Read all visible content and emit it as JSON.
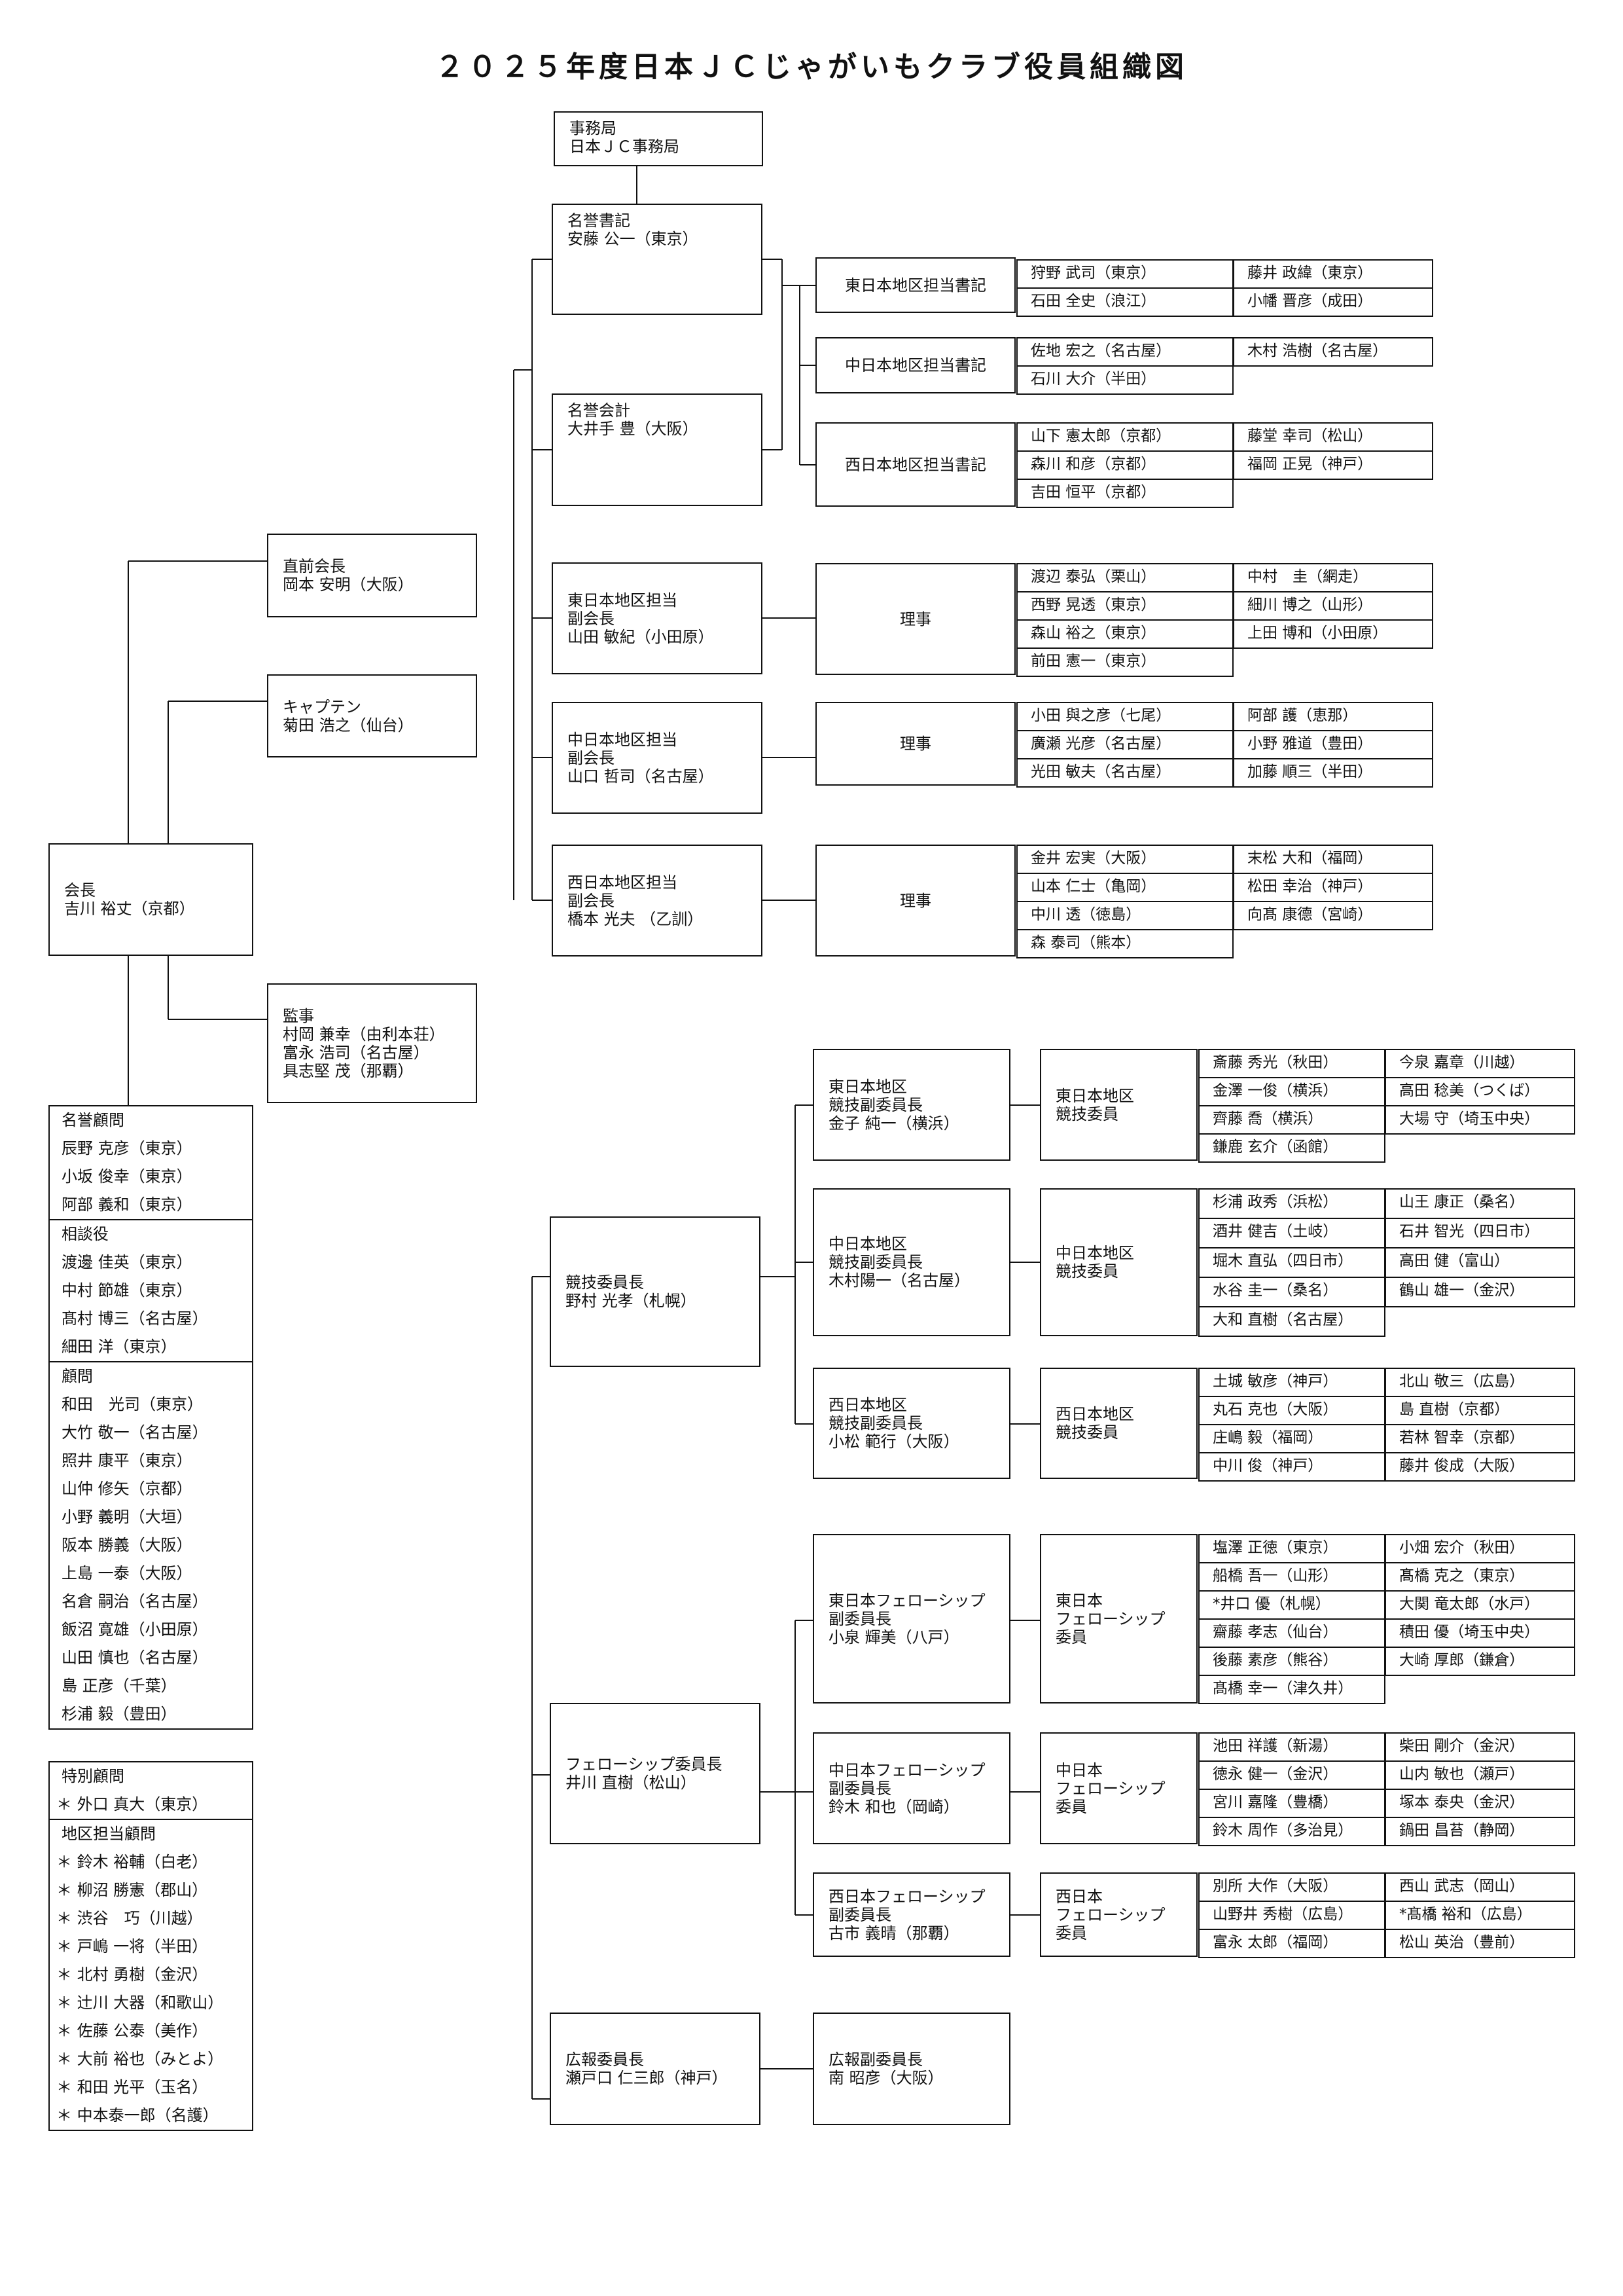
{
  "title": "２０２５年度日本ＪＣじゃがいもクラブ役員組織図",
  "boxes": {
    "secretariat": [
      "事務局",
      "日本ＪＣ事務局"
    ],
    "hon_secretary": [
      "名誉書記",
      "安藤 公一（東京）"
    ],
    "hon_treasurer": [
      "名誉会計",
      "大井手 豊（大阪）"
    ],
    "prev_president": [
      "直前会長",
      "岡本 安明（大阪）"
    ],
    "captain": [
      "キャプテン",
      "菊田 浩之（仙台）"
    ],
    "president": [
      "会長",
      "吉川 裕丈（京都）"
    ],
    "auditor": [
      "監事",
      "村岡 兼幸（由利本荘）",
      "富永 浩司（名古屋）",
      "具志堅 茂（那覇）"
    ],
    "vp_east": [
      "東日本地区担当",
      "副会長",
      "山田 敏紀（小田原）"
    ],
    "vp_central": [
      "中日本地区担当",
      "副会長",
      "山口 哲司（名古屋）"
    ],
    "vp_west": [
      "西日本地区担当",
      "副会長",
      "橋本 光夫 （乙訓）"
    ],
    "sec_east": [
      "東日本地区担当書記"
    ],
    "sec_central": [
      "中日本地区担当書記"
    ],
    "sec_west": [
      "西日本地区担当書記"
    ],
    "dir_east": [
      "理事"
    ],
    "dir_central": [
      "理事"
    ],
    "dir_west": [
      "理事"
    ],
    "comp_chair": [
      "競技委員長",
      "野村 光孝（札幌）"
    ],
    "comp_vice_east": [
      "東日本地区",
      "競技副委員長",
      "金子 純一（横浜）"
    ],
    "comp_vice_central": [
      "中日本地区",
      "競技副委員長",
      "木村陽一（名古屋）"
    ],
    "comp_vice_west": [
      "西日本地区",
      "競技副委員長",
      "小松 範行（大阪）"
    ],
    "comp_mem_east": [
      "東日本地区",
      "競技委員"
    ],
    "comp_mem_central": [
      "中日本地区",
      "競技委員"
    ],
    "comp_mem_west": [
      "西日本地区",
      "競技委員"
    ],
    "fel_chair": [
      "フェローシップ委員長",
      "井川 直樹（松山）"
    ],
    "fel_vice_east": [
      "東日本フェローシップ",
      "副委員長",
      "小泉 輝美（八戸）"
    ],
    "fel_vice_central": [
      "中日本フェローシップ",
      "副委員長",
      "鈴木 和也（岡崎）"
    ],
    "fel_vice_west": [
      "西日本フェローシップ",
      "副委員長",
      "古市 義晴（那覇）"
    ],
    "fel_mem_east": [
      "東日本",
      "フェローシップ",
      "委員"
    ],
    "fel_mem_central": [
      "中日本",
      "フェローシップ",
      "委員"
    ],
    "fel_mem_west": [
      "西日本",
      "フェローシップ",
      "委員"
    ],
    "pr_chair": [
      "広報委員長",
      "瀬戸口 仁三郎（神戸）"
    ],
    "pr_vice": [
      "広報副委員長",
      "南 昭彦（大阪）"
    ]
  },
  "grids": {
    "sec_east": [
      "狩野 武司（東京）",
      "藤井 政緯（東京）",
      "石田 全史（浪江）",
      "小幡 晋彦（成田）"
    ],
    "sec_central": [
      "佐地 宏之（名古屋）",
      "木村 浩樹（名古屋）",
      "石川 大介（半田）"
    ],
    "sec_west": [
      "山下 憲太郎（京都）",
      "藤堂 幸司（松山）",
      "森川 和彦（京都）",
      "福岡 正晃（神戸）",
      "吉田 恒平（京都）"
    ],
    "dir_east": [
      "渡辺 泰弘（栗山）",
      "中村　圭（網走）",
      "西野 晃透（東京）",
      "細川 博之（山形）",
      "森山 裕之（東京）",
      "上田 博和（小田原）",
      "前田 憲一（東京）"
    ],
    "dir_central": [
      "小田 與之彦（七尾）",
      "阿部 護（恵那）",
      "廣瀬 光彦（名古屋）",
      "小野 雅道（豊田）",
      "光田 敏夫（名古屋）",
      "加藤 順三（半田）"
    ],
    "dir_west": [
      "金井 宏実（大阪）",
      "末松 大和（福岡）",
      "山本 仁士（亀岡）",
      "松田 幸治（神戸）",
      "中川 透（徳島）",
      "向髙 康德（宮崎）",
      "森 泰司（熊本）"
    ],
    "comp_east": [
      "斎藤 秀光（秋田）",
      "今泉 嘉章（川越）",
      "金澤 一俊（横浜）",
      "高田 稔美（つくば）",
      "齊藤 喬（横浜）",
      "大場 守（埼玉中央）",
      "鎌鹿 玄介（函館）"
    ],
    "comp_central": [
      "杉浦 政秀（浜松）",
      "山王 康正（桑名）",
      "酒井 健吉（土岐）",
      "石井 智光（四日市）",
      "堀木 直弘（四日市）",
      "高田 健（富山）",
      "水谷 圭一（桑名）",
      "鶴山 雄一（金沢）",
      "大和 直樹（名古屋）"
    ],
    "comp_west": [
      "土城 敏彦（神戸）",
      "北山 敬三（広島）",
      "丸石 克也（大阪）",
      "島 直樹（京都）",
      "庄嶋 毅（福岡）",
      "若林 智幸（京都）",
      "中川 俊（神戸）",
      "藤井 俊成（大阪）"
    ],
    "fel_east": [
      "塩澤 正徳（東京）",
      "小畑 宏介（秋田）",
      "船橋 吾一（山形）",
      "髙橋 克之（東京）",
      "*井口 優（札幌）",
      "大関 竜太郎（水戸）",
      "齋藤 孝志（仙台）",
      "積田 優（埼玉中央）",
      "後藤 素彦（熊谷）",
      "大崎 厚郎（鎌倉）",
      "髙橋 幸一（津久井）"
    ],
    "fel_central": [
      "池田 祥護（新湯）",
      "柴田 剛介（金沢）",
      "徳永 健一（金沢）",
      "山内 敏也（瀬戸）",
      "宮川 嘉隆（豊橋）",
      "塚本 泰央（金沢）",
      "鈴木 周作（多治見）",
      "鍋田 昌苔（静岡）"
    ],
    "fel_west": [
      "別所 大作（大阪）",
      "西山 武志（岡山）",
      "山野井 秀樹（広島）",
      "*髙橋 裕和（広島）",
      "富永 太郎（福岡）",
      "松山 英治（豊前）"
    ]
  },
  "lists": {
    "advisors": [
      {
        "h": "名誉顧問"
      },
      {
        "t": "辰野 克彦（東京）"
      },
      {
        "t": "小坂 俊幸（東京）"
      },
      {
        "t": "阿部 義和（東京）"
      },
      {
        "h": "相談役"
      },
      {
        "t": "渡邊 佳英（東京）"
      },
      {
        "t": "中村 節雄（東京）"
      },
      {
        "t": "髙村 博三（名古屋）"
      },
      {
        "t": "細田 洋（東京）"
      },
      {
        "h": "顧問"
      },
      {
        "t": "和田　光司（東京）"
      },
      {
        "t": "大竹 敬一（名古屋）"
      },
      {
        "t": "照井 康平（東京）"
      },
      {
        "t": "山仲 修矢（京都）"
      },
      {
        "t": "小野 義明（大垣）"
      },
      {
        "t": "阪本 勝義（大阪）"
      },
      {
        "t": "上島 一泰（大阪）"
      },
      {
        "t": "名倉 嗣治（名古屋）"
      },
      {
        "t": "飯沼 寛雄（小田原）"
      },
      {
        "t": "山田 慎也（名古屋）"
      },
      {
        "t": "島 正彦（千葉）"
      },
      {
        "t": "杉浦 毅（豊田）"
      }
    ],
    "special": [
      {
        "h": "特別顧問"
      },
      {
        "m": "＊ 外口 真大（東京）"
      },
      {
        "h": "地区担当顧問"
      },
      {
        "m": "＊ 鈴木 裕輔（白老）"
      },
      {
        "m": "＊ 柳沼 勝憲（郡山）"
      },
      {
        "m": "＊ 渋谷　巧（川越）"
      },
      {
        "m": "＊ 戸嶋 一将（半田）"
      },
      {
        "m": "＊ 北村 勇樹（金沢）"
      },
      {
        "m": "＊ 辻川 大器（和歌山）"
      },
      {
        "m": "＊ 佐藤 公泰（美作）"
      },
      {
        "m": "＊ 大前 裕也（みとよ）"
      },
      {
        "m": "＊ 和田 光平（玉名）"
      },
      {
        "m": "＊ 中本泰一郎（名護）"
      }
    ]
  }
}
